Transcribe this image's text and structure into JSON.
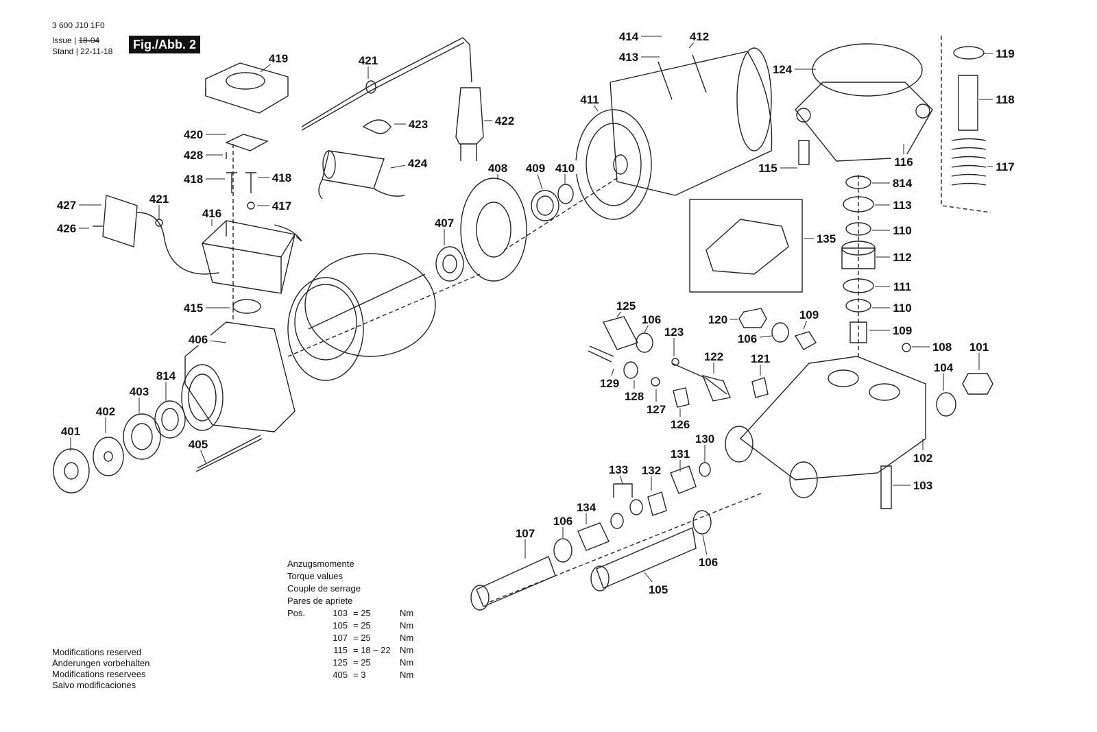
{
  "header": {
    "doc_number": "3 600 J10 1F0",
    "issue_label": "Issue",
    "issue_value": "18-04",
    "stand_label": "Stand",
    "stand_value": "22-11-18",
    "figure_badge": "Fig./Abb. 2"
  },
  "callouts": [
    {
      "id": "414",
      "label": "414"
    },
    {
      "id": "412",
      "label": "412"
    },
    {
      "id": "413",
      "label": "413"
    },
    {
      "id": "419",
      "label": "419"
    },
    {
      "id": "421a",
      "label": "421"
    },
    {
      "id": "422",
      "label": "422"
    },
    {
      "id": "423",
      "label": "423"
    },
    {
      "id": "424",
      "label": "424"
    },
    {
      "id": "420",
      "label": "420"
    },
    {
      "id": "428",
      "label": "428"
    },
    {
      "id": "418a",
      "label": "418"
    },
    {
      "id": "418b",
      "label": "418"
    },
    {
      "id": "417",
      "label": "417"
    },
    {
      "id": "427",
      "label": "427"
    },
    {
      "id": "421b",
      "label": "421"
    },
    {
      "id": "426",
      "label": "426"
    },
    {
      "id": "416",
      "label": "416"
    },
    {
      "id": "415",
      "label": "415"
    },
    {
      "id": "406",
      "label": "406"
    },
    {
      "id": "814a",
      "label": "814"
    },
    {
      "id": "403",
      "label": "403"
    },
    {
      "id": "402",
      "label": "402"
    },
    {
      "id": "401",
      "label": "401"
    },
    {
      "id": "405",
      "label": "405"
    },
    {
      "id": "407",
      "label": "407"
    },
    {
      "id": "408",
      "label": "408"
    },
    {
      "id": "409",
      "label": "409"
    },
    {
      "id": "410",
      "label": "410"
    },
    {
      "id": "411",
      "label": "411"
    },
    {
      "id": "124",
      "label": "124"
    },
    {
      "id": "119",
      "label": "119"
    },
    {
      "id": "118",
      "label": "118"
    },
    {
      "id": "117",
      "label": "117"
    },
    {
      "id": "116",
      "label": "116"
    },
    {
      "id": "115",
      "label": "115"
    },
    {
      "id": "814b",
      "label": "814"
    },
    {
      "id": "113",
      "label": "113"
    },
    {
      "id": "110a",
      "label": "110"
    },
    {
      "id": "135",
      "label": "135"
    },
    {
      "id": "112",
      "label": "112"
    },
    {
      "id": "111",
      "label": "111"
    },
    {
      "id": "110b",
      "label": "110"
    },
    {
      "id": "109a",
      "label": "109"
    },
    {
      "id": "109b",
      "label": "109"
    },
    {
      "id": "120",
      "label": "120"
    },
    {
      "id": "106a",
      "label": "106"
    },
    {
      "id": "125",
      "label": "125"
    },
    {
      "id": "106b",
      "label": "106"
    },
    {
      "id": "123",
      "label": "123"
    },
    {
      "id": "108",
      "label": "108"
    },
    {
      "id": "101",
      "label": "101"
    },
    {
      "id": "122",
      "label": "122"
    },
    {
      "id": "121",
      "label": "121"
    },
    {
      "id": "104",
      "label": "104"
    },
    {
      "id": "129",
      "label": "129"
    },
    {
      "id": "128",
      "label": "128"
    },
    {
      "id": "127",
      "label": "127"
    },
    {
      "id": "126",
      "label": "126"
    },
    {
      "id": "130",
      "label": "130"
    },
    {
      "id": "102",
      "label": "102"
    },
    {
      "id": "131",
      "label": "131"
    },
    {
      "id": "103",
      "label": "103"
    },
    {
      "id": "133",
      "label": "133"
    },
    {
      "id": "132",
      "label": "132"
    },
    {
      "id": "134",
      "label": "134"
    },
    {
      "id": "106c",
      "label": "106"
    },
    {
      "id": "107",
      "label": "107"
    },
    {
      "id": "106d",
      "label": "106"
    },
    {
      "id": "105",
      "label": "105"
    }
  ],
  "torque": {
    "title_lines": [
      "Anzugsmomente",
      "Torque values",
      "Couple de serrage",
      "Pares de apriete"
    ],
    "pos_label": "Pos.",
    "rows": [
      {
        "pos": "103",
        "value": "= 25",
        "unit": "Nm"
      },
      {
        "pos": "105",
        "value": "= 25",
        "unit": "Nm"
      },
      {
        "pos": "107",
        "value": "= 25",
        "unit": "Nm"
      },
      {
        "pos": "115",
        "value": "= 18 – 22",
        "unit": "Nm"
      },
      {
        "pos": "125",
        "value": "= 25",
        "unit": "Nm"
      },
      {
        "pos": "405",
        "value": "= 3",
        "unit": "Nm"
      }
    ]
  },
  "modifications": [
    "Modifications reserved",
    "Änderungen vorbehalten",
    "Modifications reservees",
    "Salvo modificaciones"
  ]
}
